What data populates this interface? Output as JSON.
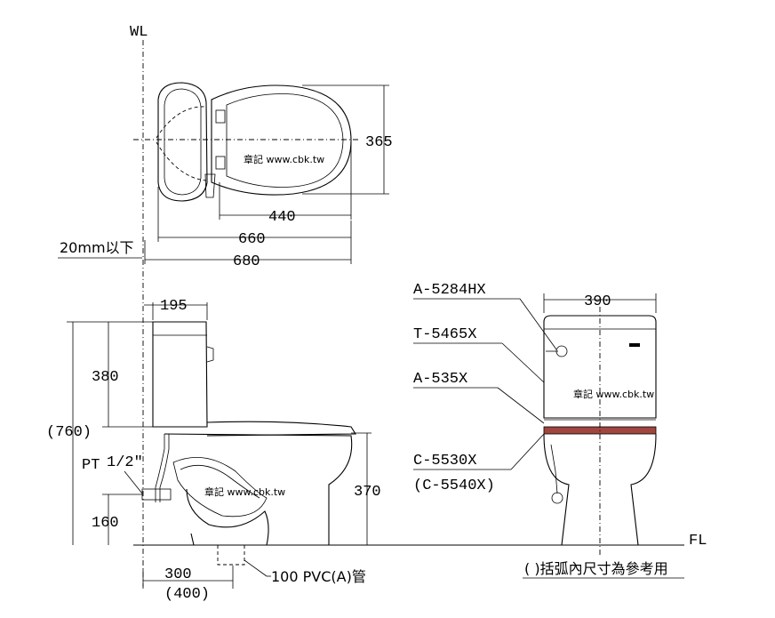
{
  "labels": {
    "wall_line": "WL",
    "floor_line": "FL",
    "max_gap": "20mm以下",
    "pt": "PT",
    "pt_size": "1/2\"",
    "pipe": "100 PVC(A)管",
    "note": "( )括弧內尺寸為參考用"
  },
  "dimensions": {
    "seat_width": "365",
    "seat_length": "440",
    "bowl_length": "660",
    "overall_length": "680",
    "tank_offset": "195",
    "tank_height": "380",
    "overall_height": "(760)",
    "supply_height": "160",
    "seat_height": "370",
    "drain_offset": "300",
    "drain_offset_alt": "(400)",
    "tank_width": "390"
  },
  "parts": {
    "lever": "A-5284HX",
    "tank": "T-5465X",
    "fitting": "A-535X",
    "bowl": "C-5530X",
    "bowl_alt": "(C-5540X)"
  },
  "watermark": "章記 www.cbk.tw"
}
